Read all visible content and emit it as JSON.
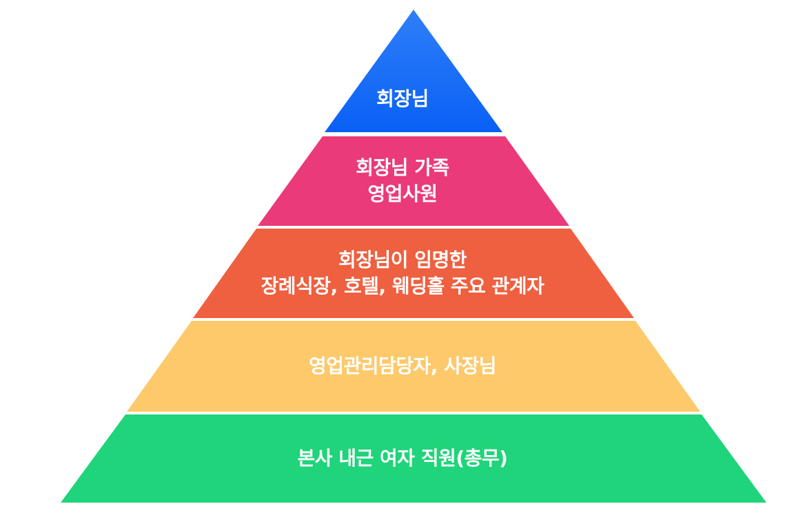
{
  "pyramid": {
    "levels": [
      {
        "lines": [
          "회장님"
        ],
        "color": "#0d63f5"
      },
      {
        "lines": [
          "회장님 가족",
          "영업사원"
        ],
        "color": "#ea3a7a"
      },
      {
        "lines": [
          "회장님이 임명한",
          "장례식장, 호텔, 웨딩홀 주요 관계자"
        ],
        "color": "#ee6040"
      },
      {
        "lines": [
          "영업관리담당자, 사장님"
        ],
        "color": "#fdc96b"
      },
      {
        "lines": [
          "본사 내근 여자 직원(총무)"
        ],
        "color": "#1fd47a"
      }
    ]
  }
}
